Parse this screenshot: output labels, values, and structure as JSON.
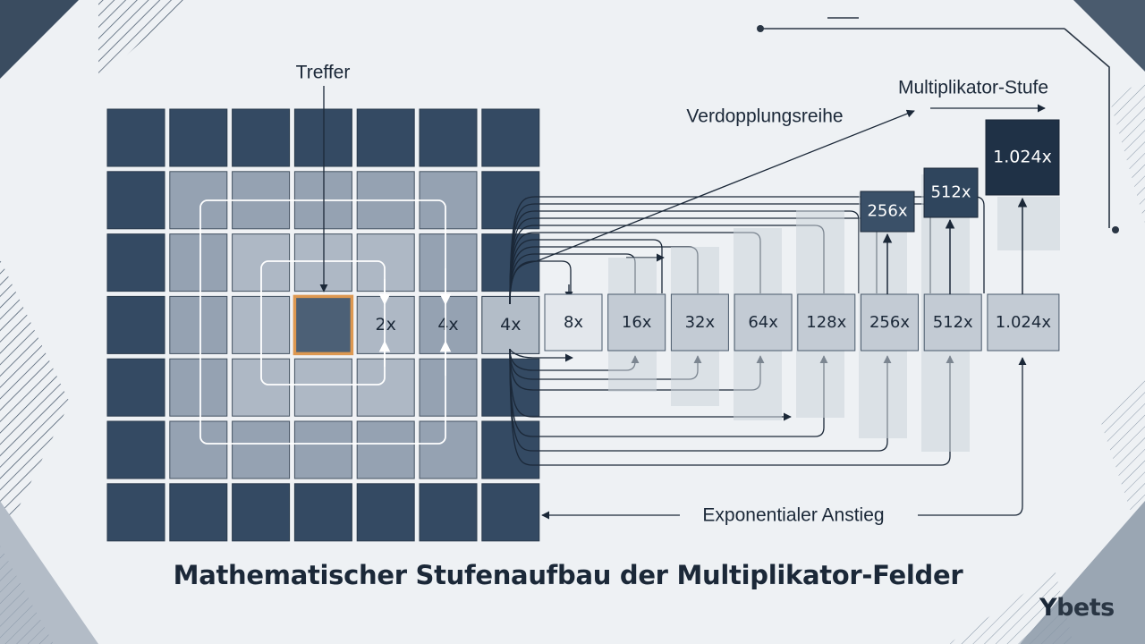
{
  "labels": {
    "hit": "Treffer",
    "doubling": "Verdopplungsreihe",
    "stage": "Multiplikator-Stufe",
    "exponential": "Exponentialer Anstieg"
  },
  "grid_labels": [
    "2x",
    "4x",
    "4x"
  ],
  "row_labels": [
    "8x",
    "16x",
    "32x",
    "64x",
    "128x",
    "256x",
    "512x",
    "1.024x"
  ],
  "raised_labels": [
    "256x",
    "512x",
    "1.024x"
  ],
  "title": "Mathematischer Stufenaufbau der Multiplikator-Felder",
  "brand": {
    "mark": "Y",
    "name": "bets"
  },
  "colors": {
    "dark": "#344a63",
    "ring2": "#6e8096",
    "ring3": "#8d9cad",
    "ring4": "#a7b3c0",
    "hit_border": "#d98a3a",
    "row_tile": "#c3cbd4",
    "light_tile": "#e3e7ec",
    "raised_dark": "#1f3146",
    "line": "#1b2838"
  }
}
